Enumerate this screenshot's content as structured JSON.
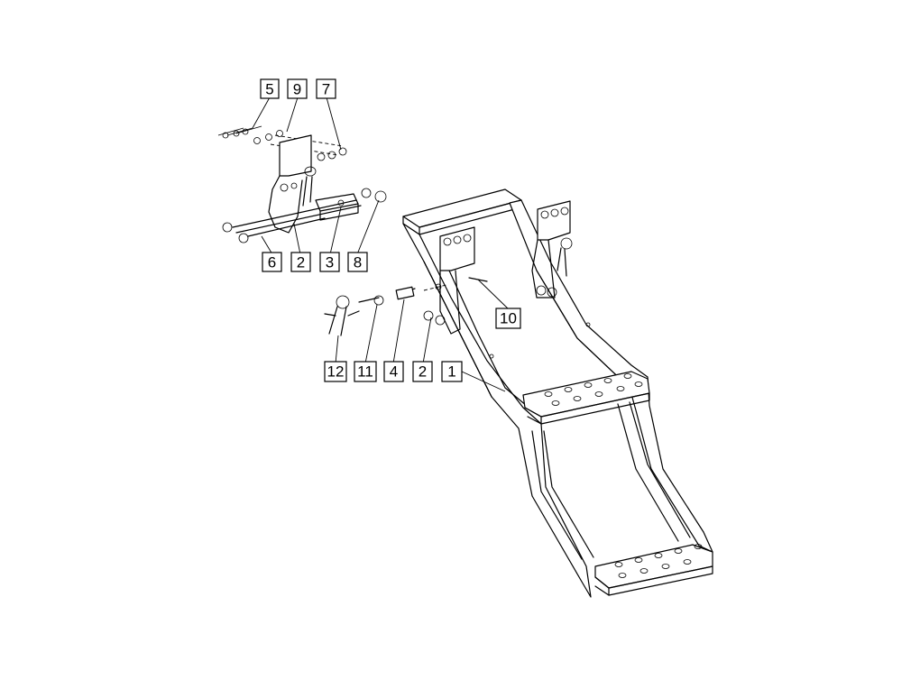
{
  "callouts": [
    {
      "id": "5",
      "text": "5"
    },
    {
      "id": "9",
      "text": "9"
    },
    {
      "id": "7",
      "text": "7"
    },
    {
      "id": "6",
      "text": "6"
    },
    {
      "id": "2a",
      "text": "2"
    },
    {
      "id": "3",
      "text": "3"
    },
    {
      "id": "8",
      "text": "8"
    },
    {
      "id": "10",
      "text": "10"
    },
    {
      "id": "12",
      "text": "12"
    },
    {
      "id": "11",
      "text": "11"
    },
    {
      "id": "4",
      "text": "4"
    },
    {
      "id": "2b",
      "text": "2"
    },
    {
      "id": "1",
      "text": "1"
    }
  ]
}
